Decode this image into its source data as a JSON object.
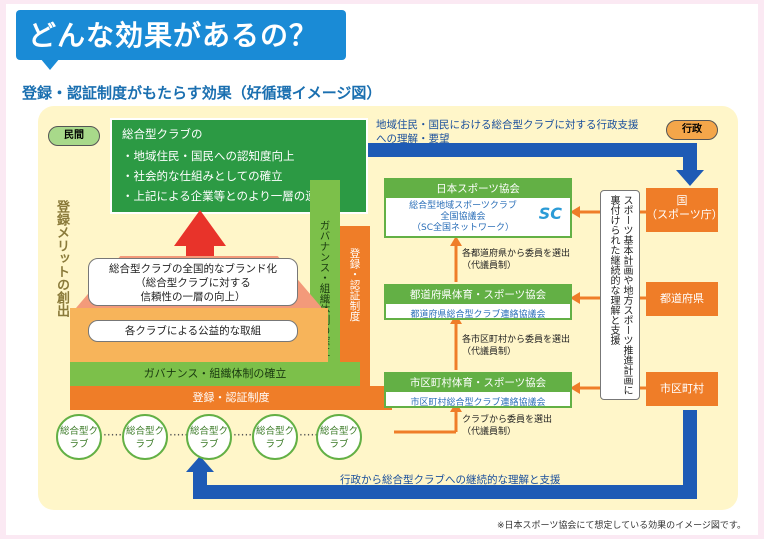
{
  "title": "どんな効果があるの？",
  "subtitle": "登録・認証制度がもたらす効果（好循環イメージ図）",
  "labels": {
    "private": "民間",
    "admin": "行政"
  },
  "top_box": {
    "line1": "総合型クラブの",
    "line2": "・地域住民・国民への認知度向上",
    "line3": "・社会的な仕組みとしての確立",
    "line4": "・上記による企業等とのより一層の連携"
  },
  "left_vertical": "登録メリットの創出",
  "pyramid": {
    "brand1": "総合型クラブの全国的なブランド化",
    "brand2": "（総合型クラブに対する",
    "brand3": "信頼性の一層の向上）",
    "public": "各クラブによる公益的な取組",
    "governance_band": "ガバナンス・組織体制の確立",
    "register_band": "登録・認証制度",
    "col_green": "ガバナンス・組織体制の確立",
    "col_orange": "登録・認証制度"
  },
  "club_label": "総合型クラブ",
  "top_flow": "地域住民・国民における総合型クラブに対する行政支援への理解・要望",
  "bottom_flow": "行政から総合型クラブへの継続的な理解と支援",
  "orgs": {
    "jspo_head": "日本スポーツ協会",
    "jspo_body1": "総合型地域スポーツクラブ",
    "jspo_body2": "全国協議会",
    "jspo_body3": "（SC全国ネットワーク）",
    "pref_head": "都道府県体育・スポーツ協会",
    "pref_body": "都道府県総合型クラブ連絡協議会",
    "city_head": "市区町村体育・スポーツ協会",
    "city_body": "市区町村総合型クラブ連絡協議会",
    "logo": "SC"
  },
  "notes": {
    "n1a": "各都道府県から委員を選出",
    "n1b": "（代議員制）",
    "n2a": "各市区町村から委員を選出",
    "n2b": "（代議員制）",
    "n3a": "クラブから委員を選出",
    "n3b": "（代議員制）"
  },
  "gov": {
    "national1": "国",
    "national2": "（スポーツ庁）",
    "pref": "都道府県",
    "city": "市区町村",
    "plan": "スポーツ基本計画や地方スポーツ推進計画に裏付けられた継続的な理解と支援"
  },
  "footnote": "※日本スポーツ協会にて想定している効果のイメージ図です。"
}
